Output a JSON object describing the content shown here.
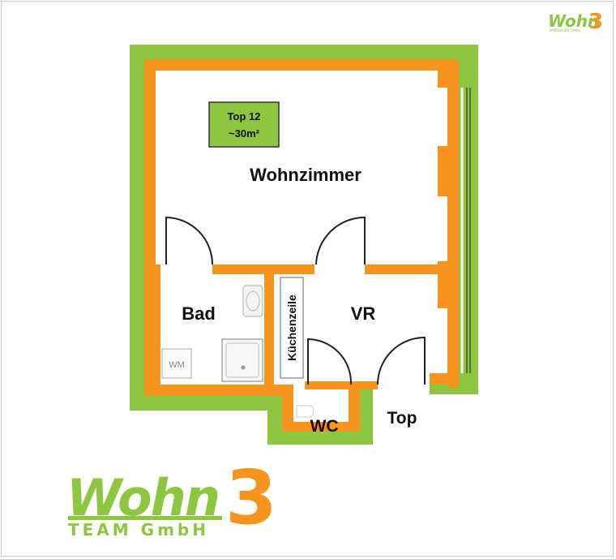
{
  "badge": {
    "line1": "Top 12",
    "line2": "~30m²"
  },
  "rooms": {
    "wohnzimmer": "Wohnzimmer",
    "bad": "Bad",
    "vr": "VR",
    "kuechenzeile": "Küchenzeile",
    "wc": "WC",
    "top": "Top",
    "wm": "WM"
  },
  "logo": {
    "word": "Wohn",
    "number": "3",
    "subline": "TEAM GmbH",
    "small_subline": "IMMOBILIEN GMBH"
  },
  "colors": {
    "outer_wall": "#8dc63f",
    "inner_wall": "#f7941d",
    "window": "#8dc63f",
    "badge_bg": "#8dc63f",
    "logo_green": "#8dc63f",
    "logo_orange": "#f7941d"
  }
}
